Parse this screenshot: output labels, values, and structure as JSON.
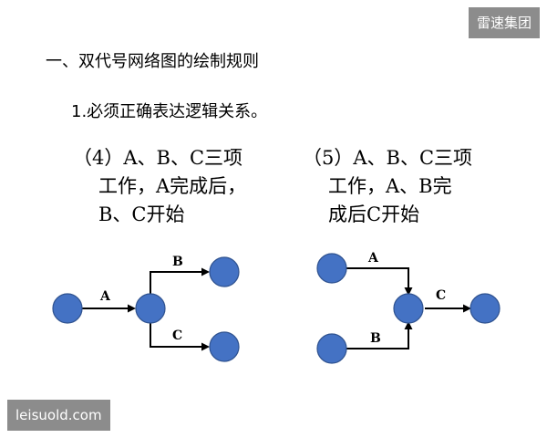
{
  "watermarks": {
    "top_right": "雷速集团",
    "bottom_left": "leisuold.com"
  },
  "heading": "一、双代号网络图的绘制规则",
  "rule": "1.必须正确表达逻辑关系。",
  "cases": [
    {
      "lines": [
        "（4）A、B、C三项",
        "工作，A完成后，",
        "B、C开始"
      ]
    },
    {
      "lines": [
        "（5）A、B、C三项",
        "工作，A、B完",
        "成后C开始"
      ]
    }
  ],
  "diagrams": [
    {
      "edges": [
        "A",
        "B",
        "C"
      ]
    },
    {
      "edges": [
        "A",
        "B",
        "C"
      ]
    }
  ],
  "colors": {
    "node_fill": "#4472c4",
    "node_stroke": "#2f528f",
    "watermark_bg": "#8c8c8c"
  }
}
